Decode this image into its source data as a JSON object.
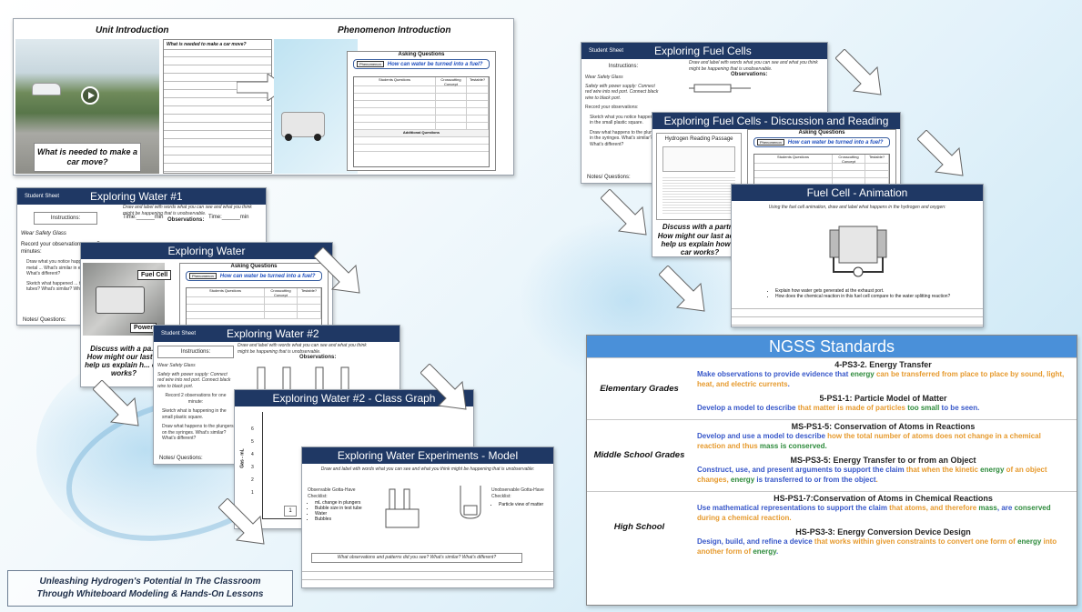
{
  "unit_slide": {
    "title_left": "Unit Introduction",
    "title_right": "Phenomenon Introduction",
    "video_caption": "What is needed to make a car move?",
    "sheet_header": "What is needed to make a car move?",
    "aq_title": "Asking Questions",
    "phenomenon_tag": "Phenomenon",
    "phenomenon_question": "How can water be turned into a fuel?",
    "col_students": "Students Questions",
    "col_crosscutting": "Crosscutting Concept",
    "col_testable": "Testable?",
    "additional": "Additional Questions"
  },
  "ex_water1": {
    "student_sheet": "Student Sheet",
    "title": "Exploring Water #1",
    "prompt": "Draw and label with words what you can see and what you think might be happening that is unobservable.",
    "observations": "Observations:",
    "time1": "Time:______min",
    "time2": "Time:______min",
    "instructions": "Instructions:",
    "wear": "Wear Safety Glass",
    "record": "Record your observations over 5 minutes:",
    "b1": "Draw what you notice happening near the metal ... What's similar in each ... tubes? What's different?",
    "b2": "Sketch what happened ... top of the test tubes? What's similar? What's different?",
    "notes": "Notes/ Questions:"
  },
  "ex_water": {
    "title": "Exploring Water",
    "fuel_cell": "Fuel Cell",
    "power": "Power",
    "aq_title": "Asking Questions",
    "phenomenon_tag": "Phenomenon",
    "phenomenon_question": "How can water be turned into a fuel?",
    "col_students": "Students Questions",
    "col_crosscutting": "Crosscutting Concept",
    "col_testable": "Testable?",
    "discuss": "Discuss with a pa... How might our last ... help us explain h... car works?"
  },
  "ex_water2": {
    "student_sheet": "Student Sheet",
    "title": "Exploring Water #2",
    "prompt": "Draw and label with words what you can see and what you think might be happening that is unobservable.",
    "observations": "Observations:",
    "instructions": "Instructions:",
    "wear": "Wear Safety Glass",
    "safety_power": "Safety with power supply: Connect red wire into red port. Connect black wire to black port.",
    "record": "Record 2 observations for one minute:",
    "b1": "Sketch what is happening in the small plastic square.",
    "b2": "Draw what happens to the plungers on the syringes. What's similar? What's different?",
    "notes": "Notes/ Questions:"
  },
  "ex_water2_graph": {
    "title": "Exploring Water #2 - Class Graph",
    "ylabel": "Gas - mL",
    "ticks": [
      "6",
      "5",
      "4",
      "3",
      "2",
      "1"
    ],
    "x1": "1"
  },
  "ex_model": {
    "title": "Exploring Water Experiments  - Model",
    "prompt": "Draw and label with words what you can see and what you think might be happening that is unobservable:",
    "observable": "Observable Gotta-Have Checklist:",
    "obs_items": [
      "mL change in plungers",
      "Bubble size in test tube",
      "Water",
      "Bubbles"
    ],
    "unobservable": "Unobservable Gotta-Have Checklist:",
    "unobs_items": [
      "Particle view of matter"
    ],
    "question": "What observations and patterns did you see? What's similar? What's different?"
  },
  "fuel_cells": {
    "student_sheet": "Student Sheet",
    "title": "Exploring Fuel Cells",
    "prompt": "Draw and label with words what you can see and what you think might be happening that is unobservable.",
    "observations": "Observations:",
    "instructions": "Instructions:",
    "wear": "Wear Safety Glass",
    "safety_power": "Safety with power supply: Connect red wire into red port. Connect black wire to black port.",
    "record": "Record your observations:",
    "b1": "Sketch what you notice happening in the small plastic square.",
    "b2": "Draw what happens to the plungers in the syringes. What's similar? What's different?",
    "notes": "Notes/ Questions:"
  },
  "fuel_disc": {
    "title": "Exploring Fuel Cells - Discussion and Reading",
    "passage": "Hydrogen Reading Passage",
    "aq_title": "Asking Questions",
    "phenomenon_tag": "Phenomenon",
    "phenomenon_question": "How can water be turned into a fuel?",
    "col_students": "Students Questions",
    "col_crosscutting": "Crosscutting Concept",
    "col_testable": "Testable?",
    "discuss_lead": "Discuss with a partne",
    "discuss": "How might our last act... help us explain how ... car works?"
  },
  "fuel_anim": {
    "title": "Fuel Cell  - Animation",
    "prompt": "Using the fuel cell animation, draw and label what happens in the hydrogen and oxygen:",
    "b1": "Explain how water gets generated at the exhaust port.",
    "b2": "How does the chemical reaction in this fuel cell compare to the water splitting reaction?"
  },
  "ngss": {
    "title": "NGSS Standards",
    "rows": [
      {
        "grade": "Elementary Grades",
        "standards": [
          {
            "code": "4-PS3-2. Energy Transfer",
            "parts": [
              [
                "b",
                "Make observations to provide evidence that "
              ],
              [
                "g",
                "energy"
              ],
              [
                "o",
                " can be transferred from place to place by sound, light, heat, and electric currents"
              ],
              [
                "b",
                "."
              ]
            ]
          },
          {
            "code": "5-PS1-1: Particle Model of Matter",
            "parts": [
              [
                "b",
                "Develop a model to describe "
              ],
              [
                "o",
                "that matter is made of particles "
              ],
              [
                "g",
                "too small"
              ],
              [
                "b",
                " to be seen."
              ]
            ]
          }
        ]
      },
      {
        "grade": "Middle School Grades",
        "standards": [
          {
            "code": "MS-PS1-5: Conservation of Atoms in Reactions",
            "parts": [
              [
                "b",
                "Develop and use a model to describe "
              ],
              [
                "o",
                "how the total number of atoms does not change in a chemical reaction and thus "
              ],
              [
                "g",
                "mass is conserved."
              ]
            ]
          },
          {
            "code": "MS-PS3-5: Energy Transfer to or from an Object",
            "parts": [
              [
                "b",
                "Construct, use, and present arguments to support the claim "
              ],
              [
                "o",
                "that when the kinetic "
              ],
              [
                "g",
                "energy"
              ],
              [
                "o",
                " of an object changes, "
              ],
              [
                "g",
                "energy"
              ],
              [
                "b",
                " is transferred to or from the object"
              ],
              [
                "o",
                "."
              ]
            ]
          }
        ]
      },
      {
        "grade": "High School",
        "standards": [
          {
            "code": "HS-PS1-7:Conservation of Atoms in Chemical Reactions",
            "parts": [
              [
                "b",
                "Use mathematical representations to support the claim "
              ],
              [
                "o",
                "that atoms, and therefore "
              ],
              [
                "g",
                "mass"
              ],
              [
                "b",
                ", are "
              ],
              [
                "g",
                "conserved"
              ],
              [
                "o",
                " during a chemical reaction."
              ]
            ]
          },
          {
            "code": "HS-PS3-3: Energy Conversion Device Design",
            "parts": [
              [
                "b",
                "Design, build, and refine a device "
              ],
              [
                "o",
                "that works within given constraints to convert one form of "
              ],
              [
                "g",
                "energy"
              ],
              [
                "o",
                " into another form of "
              ],
              [
                "g",
                "energy"
              ],
              [
                "b",
                "."
              ]
            ]
          }
        ]
      }
    ]
  },
  "caption": {
    "line1": "Unleashing Hydrogen's Potential In The Classroom",
    "line2": "Through Whiteboard Modeling & Hands-On Lessons"
  },
  "colors": {
    "header": "#1f3864",
    "ngss_title": "#4a90d9",
    "blue_text": "#3757c9",
    "orange_text": "#e69a2e",
    "green_text": "#2e8b3c"
  }
}
